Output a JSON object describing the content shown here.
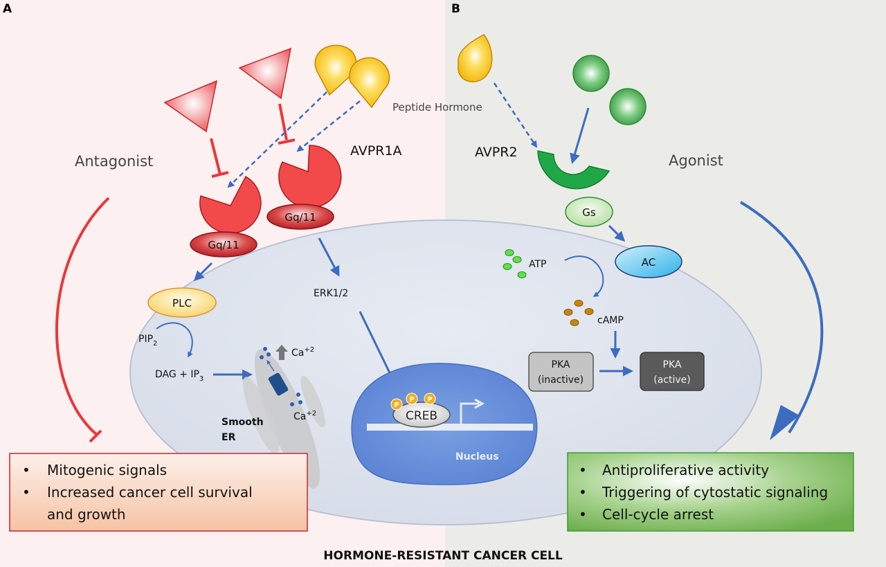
{
  "panels": {
    "a_label": "A",
    "b_label": "B"
  },
  "left": {
    "antagonist_label": "Antagonist",
    "receptor_label": "AVPR1A",
    "gprotein_label_1": "Gq/11",
    "gprotein_label_2": "Gq/11",
    "plc_label": "PLC",
    "pip2_main": "PIP",
    "pip2_sub": "2",
    "dag_main": "DAG + IP",
    "dag_sub": "3",
    "erk_label": "ERK1/2",
    "ca_label": "Ca",
    "ca_sup": "+2",
    "ca_label_2": "Ca",
    "ca_sup_2": "+2",
    "er_line1": "Smooth",
    "er_line2": "ER",
    "outcome_items": [
      "Mitogenic signals",
      "Increased cancer cell survival",
      "and growth"
    ]
  },
  "center": {
    "hormone_label": "Peptide Hormone",
    "creb_label": "CREB",
    "phospho_label": "P",
    "nucleus_label": "Nucleus",
    "cell_title": "HORMONE-RESISTANT CANCER CELL"
  },
  "right": {
    "agonist_label": "Agonist",
    "receptor_label": "AVPR2",
    "gprotein_label": "Gs",
    "ac_label": "AC",
    "atp_label": "ATP",
    "camp_label": "cAMP",
    "pka_inactive_line1": "PKA",
    "pka_inactive_line2": "(inactive)",
    "pka_active_line1": "PKA",
    "pka_active_line2": "(active)",
    "outcome_items": [
      "Antiproliferative activity",
      "Triggering of cytostatic signaling",
      "Cell-cycle arrest"
    ]
  },
  "colors": {
    "left_bg": "#fdf0f0",
    "right_bg": "#ebece8",
    "antagonist_red": "#e8373c",
    "arrow_blue": "#3b6cc0",
    "agonist_green": "#1fa845",
    "hormone_yellow": "#f5c518",
    "cell_fill": "#dfe4ee",
    "nucleus_blue": "#6b93dc"
  }
}
